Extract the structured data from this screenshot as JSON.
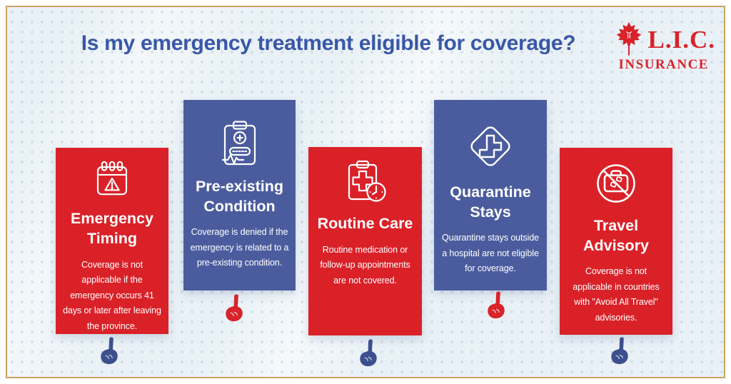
{
  "header": {
    "title": "Is my emergency treatment eligible for coverage?"
  },
  "logo": {
    "name": "L.I.C.",
    "subtitle": "INSURANCE",
    "icon": "maple-leaf-icon"
  },
  "colors": {
    "card_red": "#da2128",
    "card_blue": "#4b5c9e",
    "heading_blue": "#3a57a7",
    "logo_red": "#d8232a",
    "frame_gold": "#c9a35f",
    "background": "#e9f1f6",
    "hand_blue": "#3d4f8e",
    "hand_red": "#d8232a"
  },
  "cards": [
    {
      "variant": "red",
      "icon": "calendar-warning-icon",
      "title": "Emergency Timing",
      "body": "Coverage is not applicable if the emergency occurs 41 days or later after leaving the province.",
      "pointer_color": "blue"
    },
    {
      "variant": "blue",
      "icon": "medical-clipboard-icon",
      "title": "Pre-existing Condition",
      "body": "Coverage is denied if the emergency is related to a pre-existing condition.",
      "pointer_color": "red"
    },
    {
      "variant": "red",
      "icon": "clipboard-clock-icon",
      "title": "Routine Care",
      "body": "Routine medication or follow-up appointments are not covered.",
      "pointer_color": "blue"
    },
    {
      "variant": "blue",
      "icon": "quarantine-cross-icon",
      "title": "Quarantine Stays",
      "body": "Quarantine stays outside a hospital are not eligible for coverage.",
      "pointer_color": "red"
    },
    {
      "variant": "red",
      "icon": "no-travel-icon",
      "title": "Travel Advisory",
      "body": "Coverage is not applicable in countries with \"Avoid All Travel\" advisories.",
      "pointer_color": "blue"
    }
  ]
}
